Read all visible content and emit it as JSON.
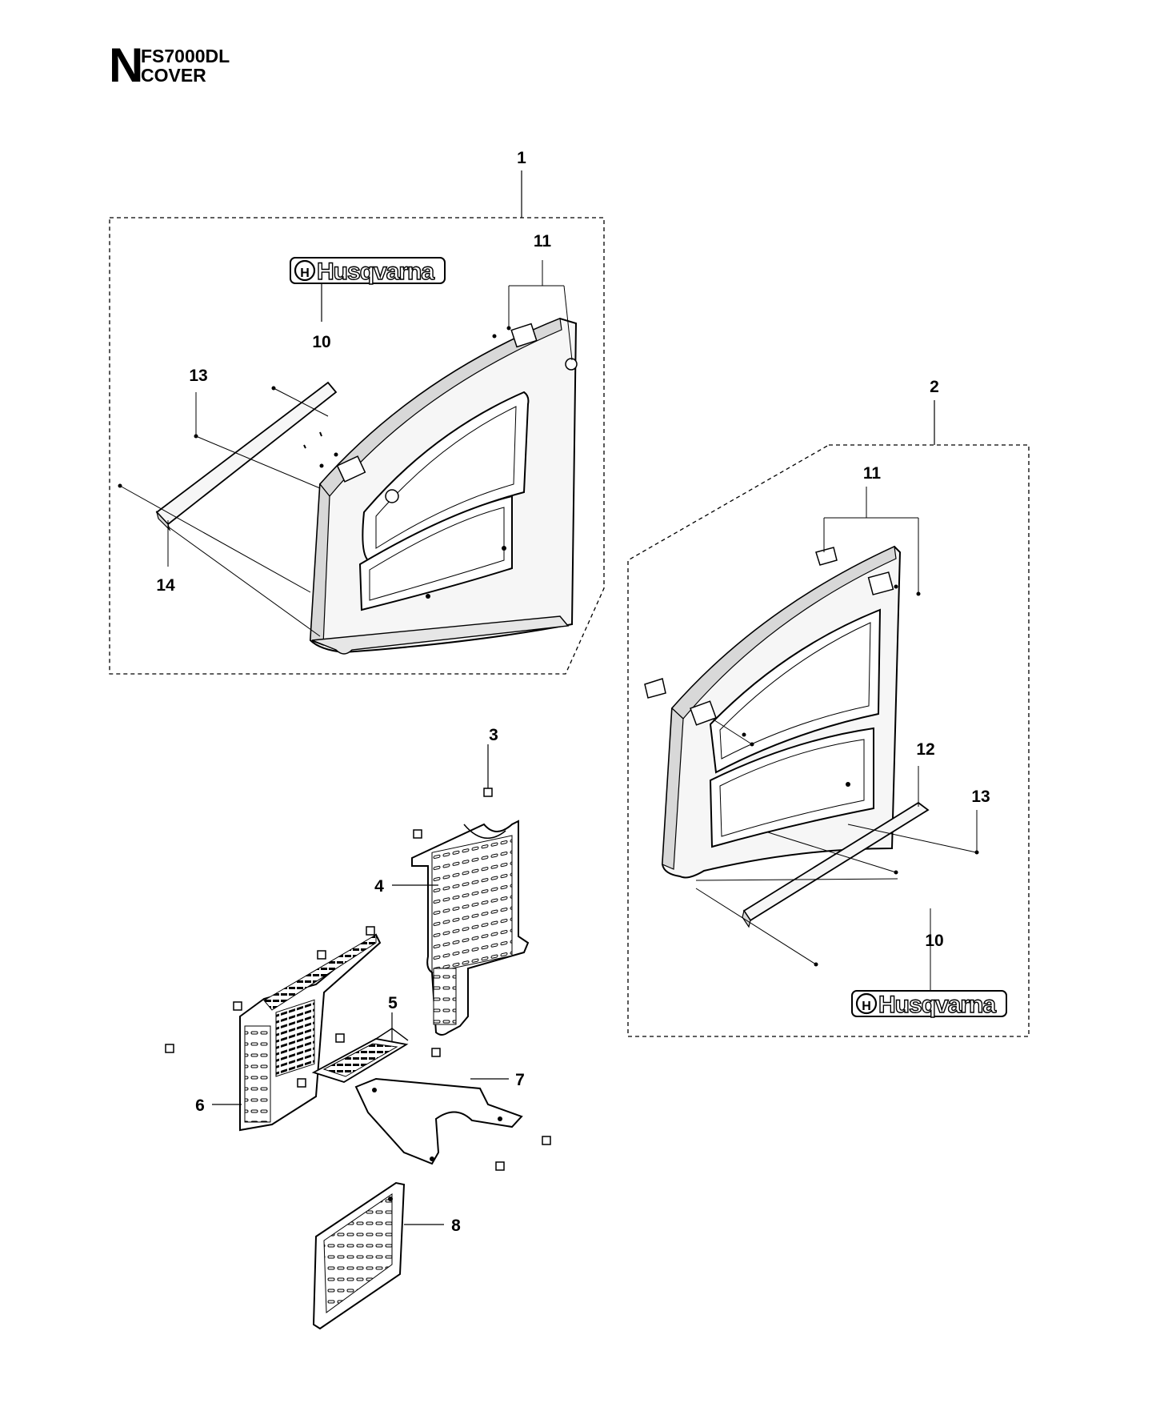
{
  "header": {
    "section_letter": "N",
    "model": "FS7000DL",
    "title": "COVER"
  },
  "brand": {
    "logo_text": "Husqvarna"
  },
  "callouts": {
    "c1": "1",
    "c2": "2",
    "c3": "3",
    "c4": "4",
    "c5": "5",
    "c6": "6",
    "c7": "7",
    "c8": "8",
    "c10a": "10",
    "c10b": "10",
    "c11a": "11",
    "c11b": "11",
    "c12": "12",
    "c13a": "13",
    "c13b": "13",
    "c14": "14"
  },
  "colors": {
    "ink": "#000000",
    "panel_fill": "#f6f6f6",
    "panel_shade": "#d8d8d8",
    "background": "#ffffff"
  }
}
